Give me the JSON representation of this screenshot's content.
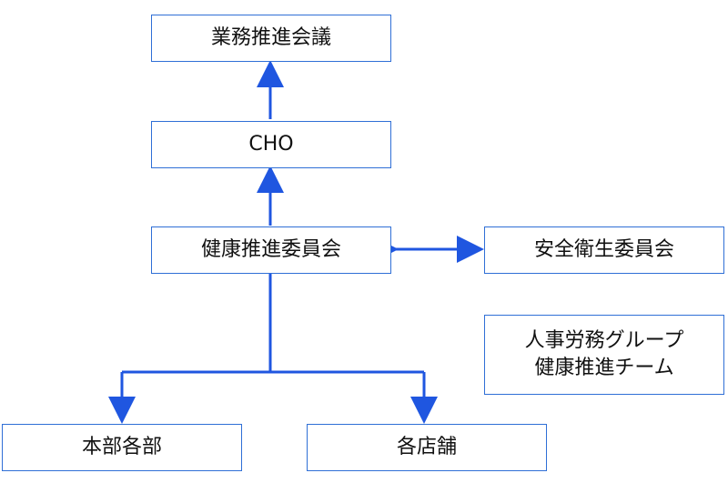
{
  "diagram": {
    "nodes": {
      "gyomu": {
        "label": "業務推進会議"
      },
      "cho": {
        "label": "CHO"
      },
      "kenko": {
        "label": "健康推進委員会"
      },
      "anzen": {
        "label": "安全衛生委員会"
      },
      "jinji": {
        "line1": "人事労務グループ",
        "line2": "健康推進チーム"
      },
      "honbu": {
        "label": "本部各部"
      },
      "tenpo": {
        "label": "各店舗"
      }
    },
    "edges": [
      {
        "from": "cho",
        "to": "gyomu",
        "type": "arrow"
      },
      {
        "from": "kenko",
        "to": "cho",
        "type": "arrow"
      },
      {
        "from": "kenko",
        "to": "anzen",
        "type": "bidirectional"
      },
      {
        "from": "kenko",
        "to": "honbu",
        "type": "arrow"
      },
      {
        "from": "kenko",
        "to": "tenpo",
        "type": "arrow"
      }
    ],
    "colors": {
      "line": "#1f56e0",
      "border": "#2f6fd6"
    }
  }
}
